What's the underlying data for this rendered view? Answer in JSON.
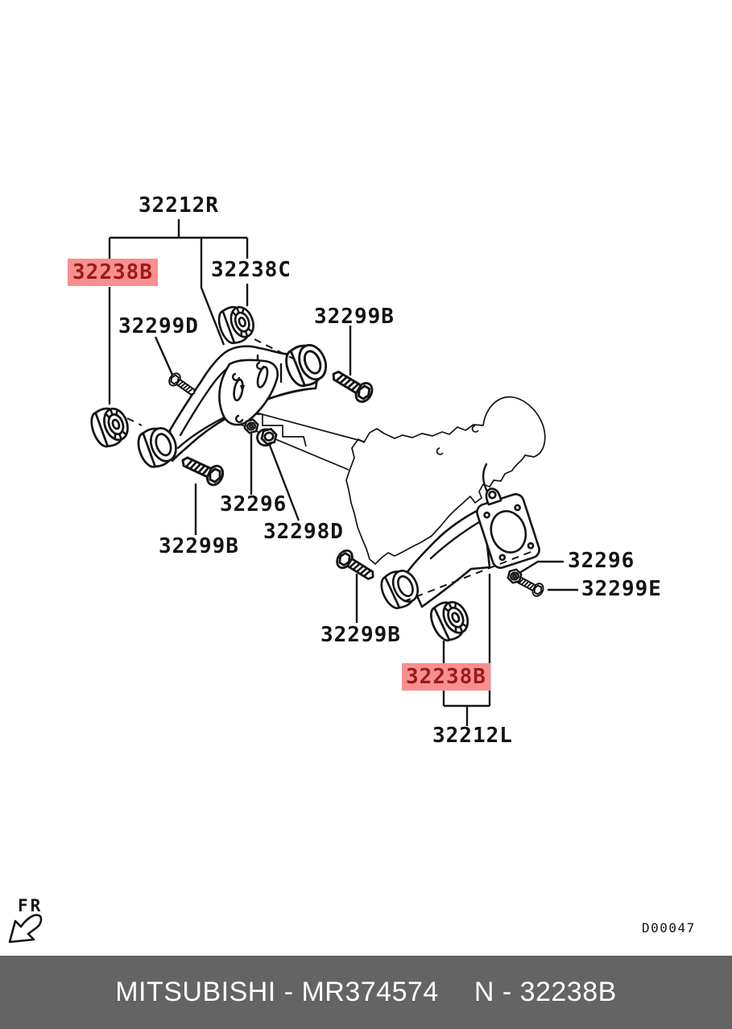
{
  "colors": {
    "highlight_bg": "#f88f8f",
    "highlight_fg": "#9b1b1b",
    "footer_bg": "#646464",
    "footer_fg": "#ffffff",
    "line": "#141414"
  },
  "diagram": {
    "code": "D00047",
    "orientation_label": "FR"
  },
  "part_labels": {
    "arm_right": {
      "text": "32212R"
    },
    "bushing_c": {
      "text": "32238C"
    },
    "bushing_b_top": {
      "text": "32238B",
      "highlighted": true
    },
    "bolt_d": {
      "text": "32299D"
    },
    "bolt_b_tr": {
      "text": "32299B"
    },
    "nut_upper": {
      "text": "32296"
    },
    "nut_flange": {
      "text": "32298D"
    },
    "bolt_b_left": {
      "text": "32299B"
    },
    "nut_right": {
      "text": "32296"
    },
    "bolt_e": {
      "text": "32299E"
    },
    "bolt_b_bottom": {
      "text": "32299B"
    },
    "bushing_b_low": {
      "text": "32238B",
      "highlighted": true
    },
    "arm_left": {
      "text": "32212L"
    }
  },
  "footer": {
    "brand_part": "MITSUBISHI - MR374574",
    "catalog_part": "N - 32238B"
  }
}
